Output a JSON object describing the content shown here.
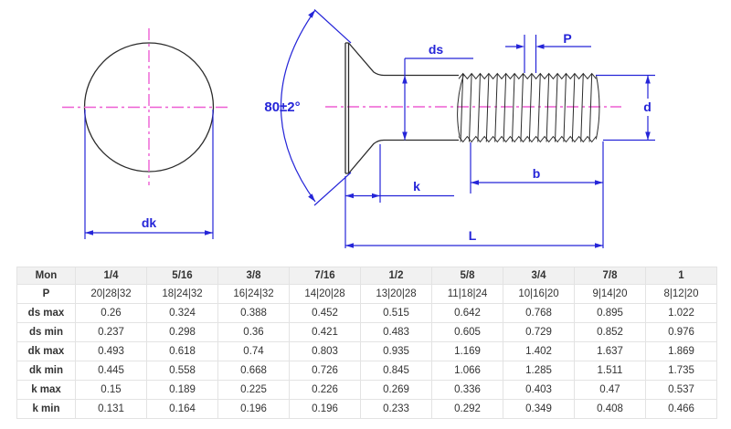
{
  "diagram": {
    "labels": {
      "dk": "dk",
      "angle": "80±2°",
      "ds": "ds",
      "p": "P",
      "d": "d",
      "k": "k",
      "b": "b",
      "l": "L"
    },
    "colors": {
      "dimension": "#2525d8",
      "centerline": "#ee5ed2",
      "outline": "#2b2b2b"
    }
  },
  "table": {
    "header": [
      "Mon",
      "1/4",
      "5/16",
      "3/8",
      "7/16",
      "1/2",
      "5/8",
      "3/4",
      "7/8",
      "1"
    ],
    "rows": [
      {
        "label": "P",
        "values": [
          "20|28|32",
          "18|24|32",
          "16|24|32",
          "14|20|28",
          "13|20|28",
          "11|18|24",
          "10|16|20",
          "9|14|20",
          "8|12|20"
        ]
      },
      {
        "label": "ds max",
        "values": [
          "0.26",
          "0.324",
          "0.388",
          "0.452",
          "0.515",
          "0.642",
          "0.768",
          "0.895",
          "1.022"
        ]
      },
      {
        "label": "ds min",
        "values": [
          "0.237",
          "0.298",
          "0.36",
          "0.421",
          "0.483",
          "0.605",
          "0.729",
          "0.852",
          "0.976"
        ]
      },
      {
        "label": "dk max",
        "values": [
          "0.493",
          "0.618",
          "0.74",
          "0.803",
          "0.935",
          "1.169",
          "1.402",
          "1.637",
          "1.869"
        ]
      },
      {
        "label": "dk min",
        "values": [
          "0.445",
          "0.558",
          "0.668",
          "0.726",
          "0.845",
          "1.066",
          "1.285",
          "1.511",
          "1.735"
        ]
      },
      {
        "label": "k max",
        "values": [
          "0.15",
          "0.189",
          "0.225",
          "0.226",
          "0.269",
          "0.336",
          "0.403",
          "0.47",
          "0.537"
        ]
      },
      {
        "label": "k min",
        "values": [
          "0.131",
          "0.164",
          "0.196",
          "0.196",
          "0.233",
          "0.292",
          "0.349",
          "0.408",
          "0.466"
        ]
      }
    ]
  }
}
